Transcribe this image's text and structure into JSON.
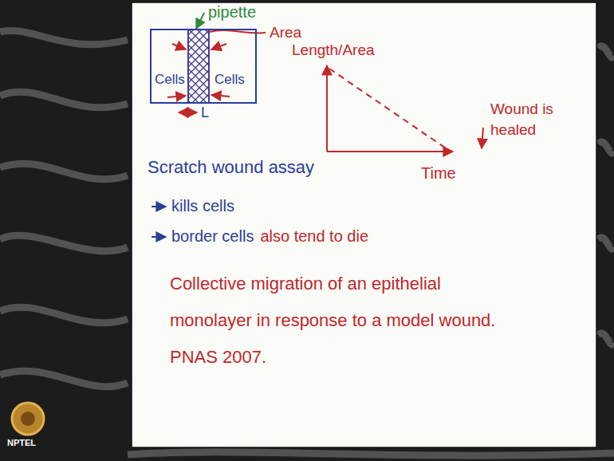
{
  "diagram": {
    "nodes": [
      {
        "text": [
          "Cells",
          "Cells"
        ]
      }
    ],
    "labels": [
      "pipette",
      "Area",
      "L",
      "Length/Area",
      "Time",
      "Wound is healed",
      "Scratch wound assay",
      "kills cells",
      "border cells",
      "also tend to die",
      "Collective migration of an epithelial monolayer in response to a model wound. PNAS 2007.",
      "NPTEL"
    ]
  }
}
